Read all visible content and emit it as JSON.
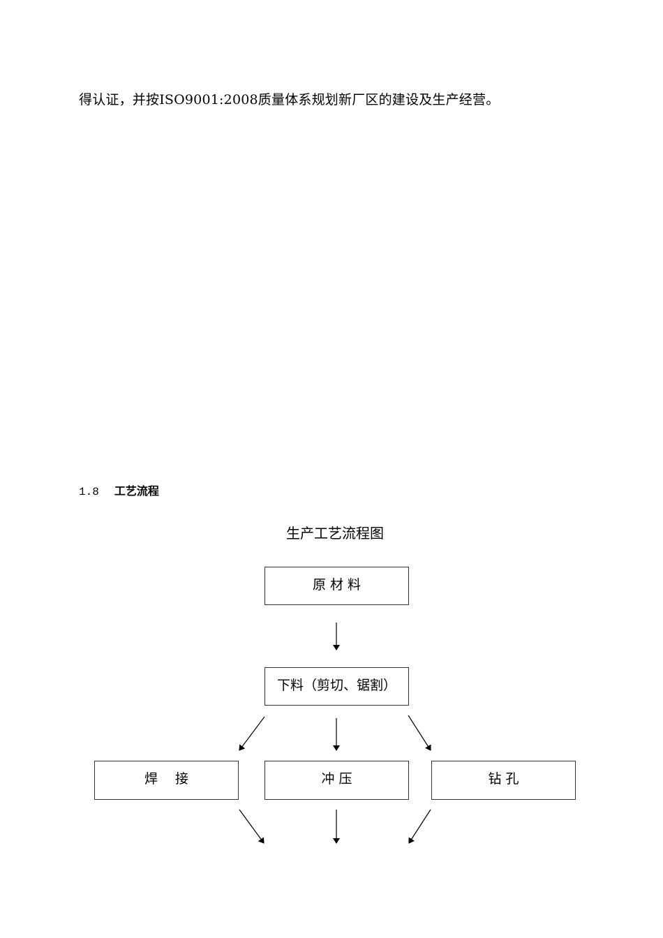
{
  "paragraph": "得认证，并按ISO9001:2008质量体系规划新厂区的建设及生产经营。",
  "section": {
    "number": "1.8",
    "title": "工艺流程"
  },
  "figure": {
    "title": "生产工艺流程图",
    "nodes": {
      "raw_material": "原 材 料",
      "cutting": "下料（剪切、锯割）",
      "welding": "焊　 接",
      "stamping": "冲  压",
      "drilling": "钻  孔"
    }
  }
}
